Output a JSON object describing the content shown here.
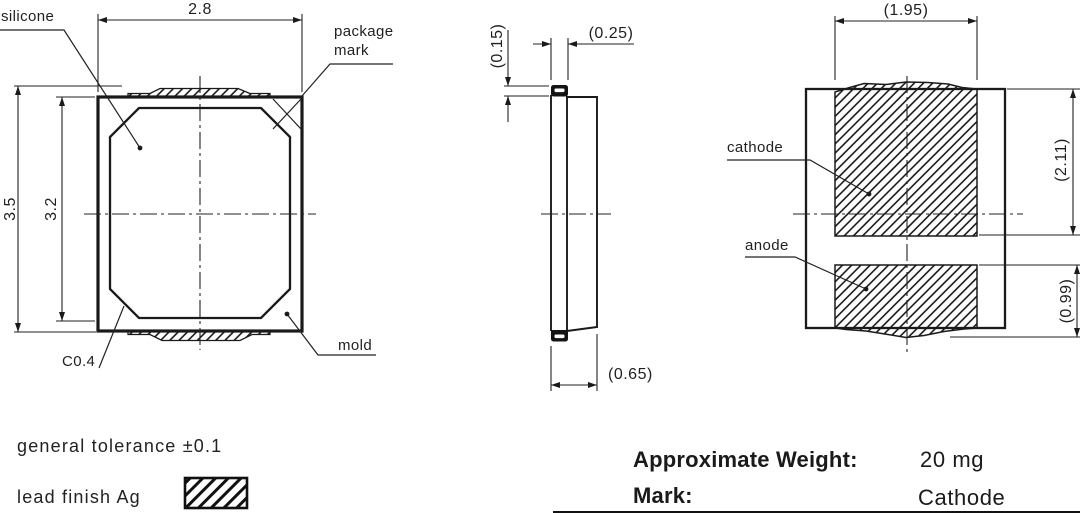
{
  "colors": {
    "ink": "#1a1a1a",
    "background": "#ffffff"
  },
  "top_view": {
    "label_silicone": "silicone",
    "label_package_mark_line1": "package",
    "label_package_mark_line2": "mark",
    "label_mold": "mold",
    "label_chamfer": "C0.4",
    "dim_width": "2.8",
    "dim_height_total": "3.5",
    "dim_height_body": "3.2"
  },
  "side_view": {
    "dim_lead_height": "(0.15)",
    "dim_lead_width": "(0.25)",
    "dim_thickness": "(0.65)"
  },
  "bottom_view": {
    "label_cathode": "cathode",
    "label_anode": "anode",
    "dim_pad_width": "(1.95)",
    "dim_cathode_extent": "(2.11)",
    "dim_anode_extent": "(0.99)"
  },
  "notes": {
    "general_tolerance": "general tolerance ±0.1",
    "lead_finish": "lead finish Ag"
  },
  "specs": {
    "weight_label": "Approximate Weight:",
    "weight_value": "20 mg",
    "mark_label": "Mark:",
    "mark_value": "Cathode"
  }
}
